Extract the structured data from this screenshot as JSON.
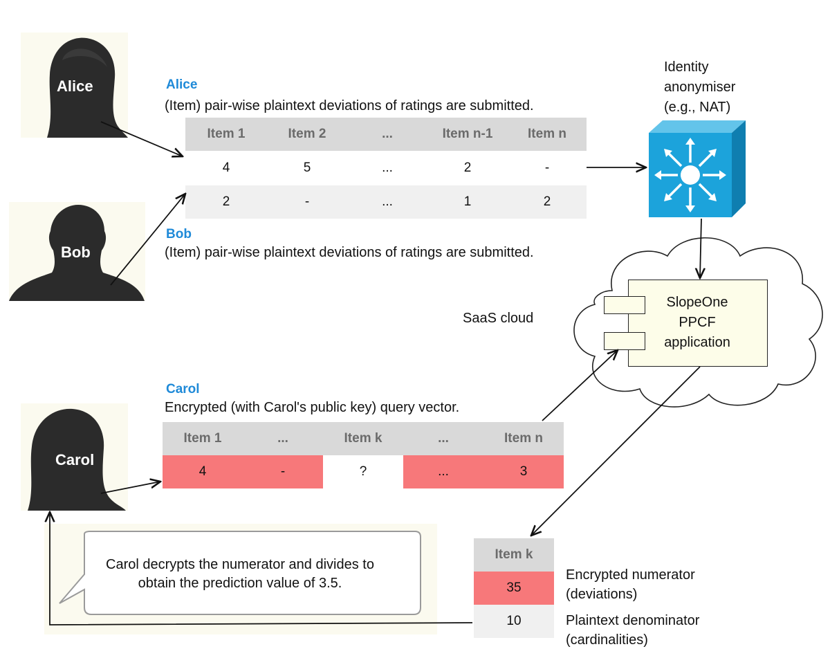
{
  "people": {
    "alice": {
      "name": "Alice"
    },
    "bob": {
      "name": "Bob"
    },
    "carol": {
      "name": "Carol"
    }
  },
  "alice_section": {
    "label": "Alice",
    "description": "(Item) pair-wise plaintext deviations of ratings are submitted."
  },
  "bob_section": {
    "label": "Bob",
    "description": "(Item) pair-wise plaintext deviations of ratings are submitted."
  },
  "ratings_table": {
    "headers": [
      "Item 1",
      "Item 2",
      "...",
      "Item n-1",
      "Item n"
    ],
    "rows": [
      [
        "4",
        "5",
        "...",
        "2",
        "-"
      ],
      [
        "2",
        "-",
        "...",
        "1",
        "2"
      ]
    ]
  },
  "anonymiser": {
    "lines": [
      "Identity",
      "anonymiser",
      "(e.g., NAT)"
    ],
    "icon": "network-switch-icon",
    "color": "#1ca3db"
  },
  "cloud": {
    "label": "SaaS cloud",
    "app_lines": [
      "SlopeOne",
      "PPCF",
      "application"
    ]
  },
  "carol_section": {
    "label": "Carol",
    "description": "Encrypted (with Carol's public key) query vector."
  },
  "query_table": {
    "headers": [
      "Item 1",
      "...",
      "Item k",
      "...",
      "Item n"
    ],
    "values": [
      "4",
      "-",
      "?",
      "...",
      "3"
    ],
    "encrypted": [
      true,
      true,
      false,
      true,
      true
    ]
  },
  "result_table": {
    "header": "Item k",
    "numerator": "35",
    "denominator": "10",
    "numerator_label": [
      "Encrypted numerator",
      "(deviations)"
    ],
    "denominator_label": [
      "Plaintext denominator",
      "(cardinalities)"
    ]
  },
  "callout": {
    "lines": [
      "Carol decrypts the numerator and divides to",
      "obtain the prediction value of 3.5."
    ]
  },
  "colors": {
    "encrypted": "#f7787a",
    "header": "#d9d9d9",
    "accent_blue": "#1f8ad8"
  }
}
